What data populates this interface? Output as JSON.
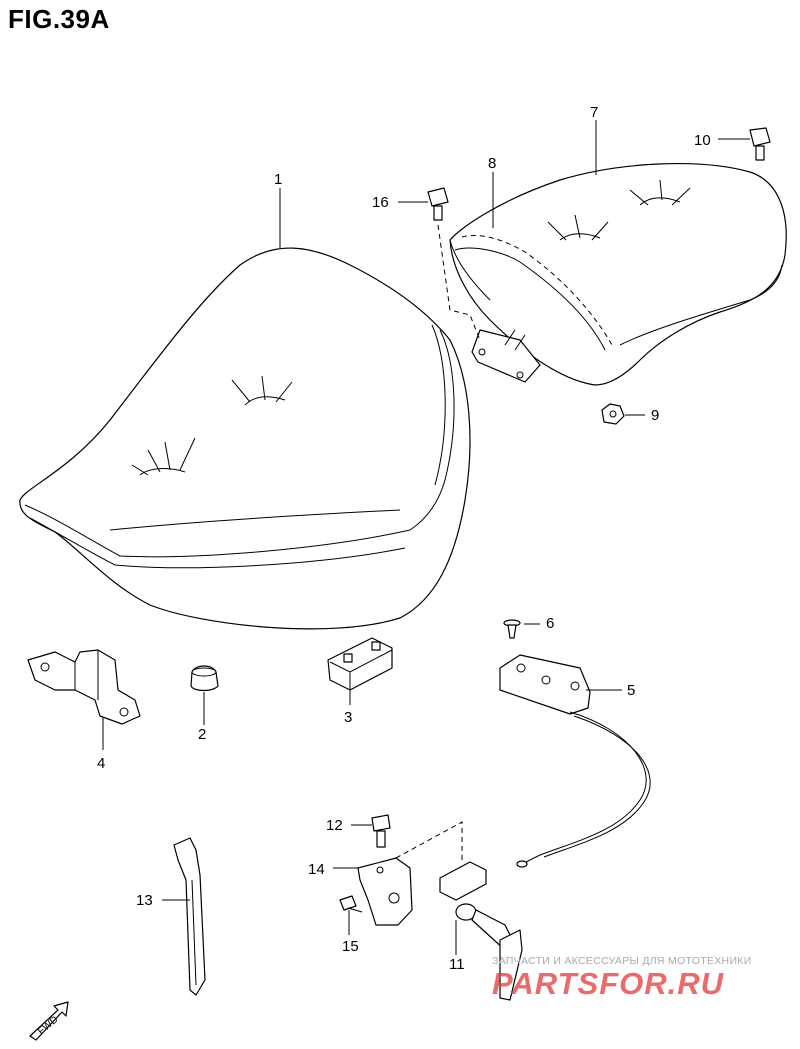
{
  "figure": {
    "title": "FIG.39A",
    "fwd_label": "FWD"
  },
  "callouts": [
    {
      "id": "1",
      "text": "1"
    },
    {
      "id": "2",
      "text": "2"
    },
    {
      "id": "3",
      "text": "3"
    },
    {
      "id": "4",
      "text": "4"
    },
    {
      "id": "5",
      "text": "5"
    },
    {
      "id": "6",
      "text": "6"
    },
    {
      "id": "7",
      "text": "7"
    },
    {
      "id": "8",
      "text": "8"
    },
    {
      "id": "9",
      "text": "9"
    },
    {
      "id": "10",
      "text": "10"
    },
    {
      "id": "11",
      "text": "11"
    },
    {
      "id": "12",
      "text": "12"
    },
    {
      "id": "13",
      "text": "13"
    },
    {
      "id": "14",
      "text": "14"
    },
    {
      "id": "15",
      "text": "15"
    },
    {
      "id": "16",
      "text": "16"
    }
  ],
  "watermark": {
    "caption": "ЗАПЧАСТИ И АКСЕССУАРЫ ДЛЯ МОТОТЕХНИКИ",
    "brand": "PARTSFOR.RU"
  }
}
